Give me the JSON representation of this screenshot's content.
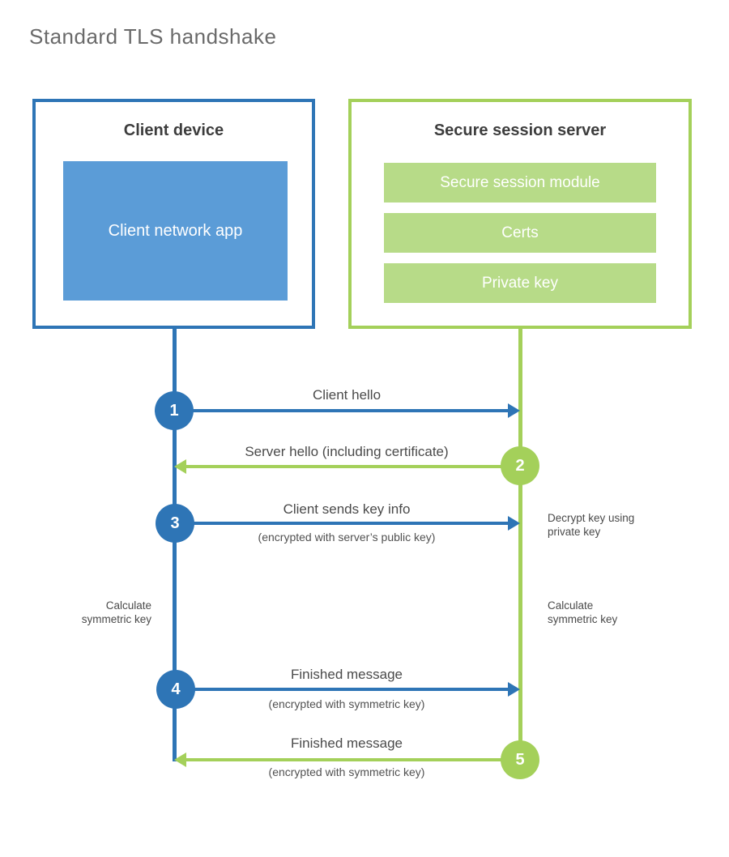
{
  "title": "Standard TLS handshake",
  "colors": {
    "blue": "#2e75b6",
    "blue_fill": "#5b9cd7",
    "green": "#a4d05a",
    "green_fill": "#b7db88"
  },
  "client": {
    "heading": "Client device",
    "app_label": "Client network app"
  },
  "server": {
    "heading": "Secure session server",
    "modules": [
      "Secure session module",
      "Certs",
      "Private key"
    ]
  },
  "messages": [
    {
      "num": "1",
      "label": "Client hello",
      "sub": "",
      "direction": "right"
    },
    {
      "num": "2",
      "label": "Server hello (including certificate)",
      "sub": "",
      "direction": "left"
    },
    {
      "num": "3",
      "label": "Client sends key info",
      "sub": "(encrypted with server’s public key)",
      "direction": "right"
    },
    {
      "num": "4",
      "label": "Finished message",
      "sub": "(encrypted with symmetric key)",
      "direction": "right"
    },
    {
      "num": "5",
      "label": "Finished message",
      "sub": "(encrypted with symmetric key)",
      "direction": "left"
    }
  ],
  "side_notes": {
    "decrypt": "Decrypt key using\nprivate key",
    "calc_left": "Calculate\nsymmetric key",
    "calc_right": "Calculate\nsymmetric key"
  }
}
